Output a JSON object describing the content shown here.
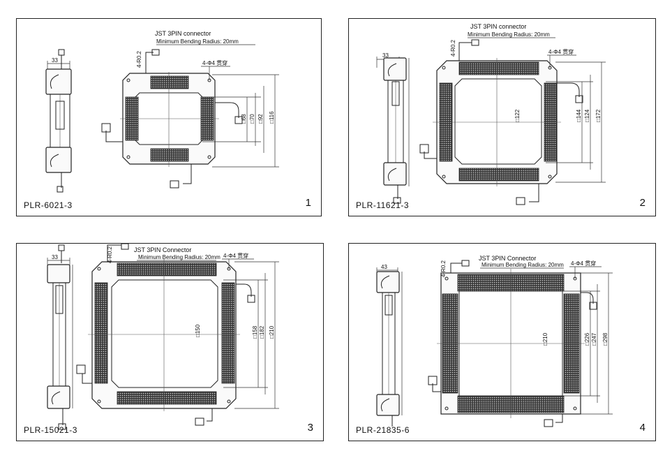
{
  "colors": {
    "line": "#222222",
    "led_fill": "#555555",
    "background": "#ffffff"
  },
  "panels": [
    {
      "model": "PLR-6021-3",
      "number": "1",
      "connector": "JST 3PIN connector",
      "bend": "Minimum Bending Radius: 20mm",
      "holes": "4-Φ4 贯穿",
      "mount": "4-R0.2",
      "side_width": "33",
      "dims": [
        "□68",
        "□70",
        "□92",
        "□116"
      ]
    },
    {
      "model": "PLR-11621-3",
      "number": "2",
      "connector": "JST 3PIN connector",
      "bend": "Minimum Bending Radius: 20mm",
      "holes": "4-Φ4 贯穿",
      "mount": "4-R0.2",
      "side_width": "33",
      "dims": [
        "□122",
        "□144",
        "□124",
        "□172"
      ]
    },
    {
      "model": "PLR-15021-3",
      "number": "3",
      "connector": "JST 3PIN Connector",
      "bend": "Minimum Bending Radius: 20mm",
      "holes": "4-Φ4 贯穿",
      "mount": "4-R0.2",
      "side_width": "33",
      "dims": [
        "□150",
        "□158",
        "□182",
        "□210"
      ]
    },
    {
      "model": "PLR-21835-6",
      "number": "4",
      "connector": "JST 3PIN Connector",
      "bend": "Minimum Bending Radius: 20mm",
      "holes": "4-Φ4 贯穿",
      "mount": "4-R0.2",
      "side_width": "43",
      "dims": [
        "□210",
        "□226",
        "□247",
        "□298"
      ]
    }
  ]
}
